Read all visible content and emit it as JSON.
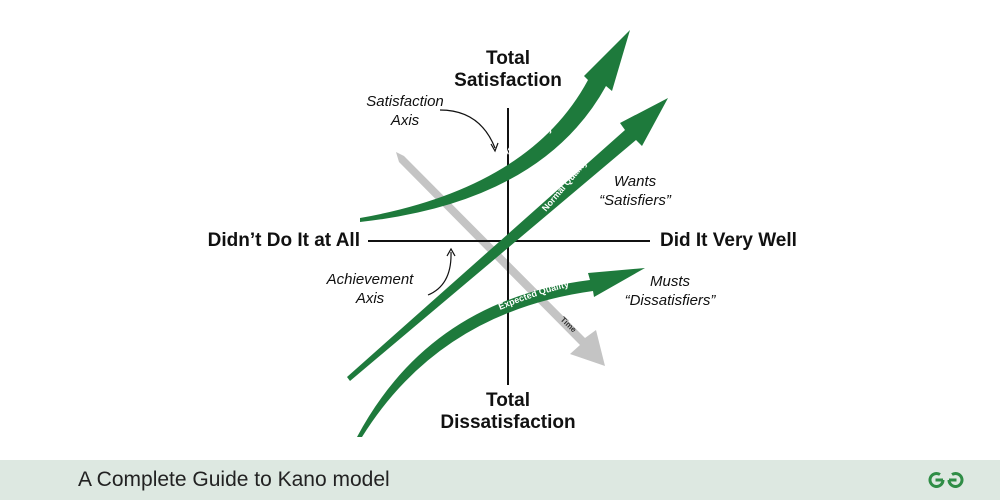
{
  "axes": {
    "top": [
      "Total",
      "Satisfaction"
    ],
    "bottom": [
      "Total",
      "Dissatisfaction"
    ],
    "left": "Didn’t Do It at All",
    "right": "Did It Very Well"
  },
  "annotations": {
    "satisfaction_axis": [
      "Satisfaction",
      "Axis"
    ],
    "achievement_axis": [
      "Achievement",
      "Axis"
    ],
    "wants": [
      "Wants",
      "“Satisfiers”"
    ],
    "musts": [
      "Musts",
      "“Dissatisfiers”"
    ]
  },
  "curves": {
    "exciting": "Exciting Quality",
    "normal": "Normal Quality",
    "expected": "Expected Quality",
    "time": "Time"
  },
  "colors": {
    "curve_green": "#1e7a3c",
    "time_arrow": "#c4c4c4",
    "footer_bg": "#dde8e1"
  },
  "footer": {
    "title": "A Complete Guide to Kano model",
    "logo_icon": "geeksforgeeks-logo-icon"
  }
}
